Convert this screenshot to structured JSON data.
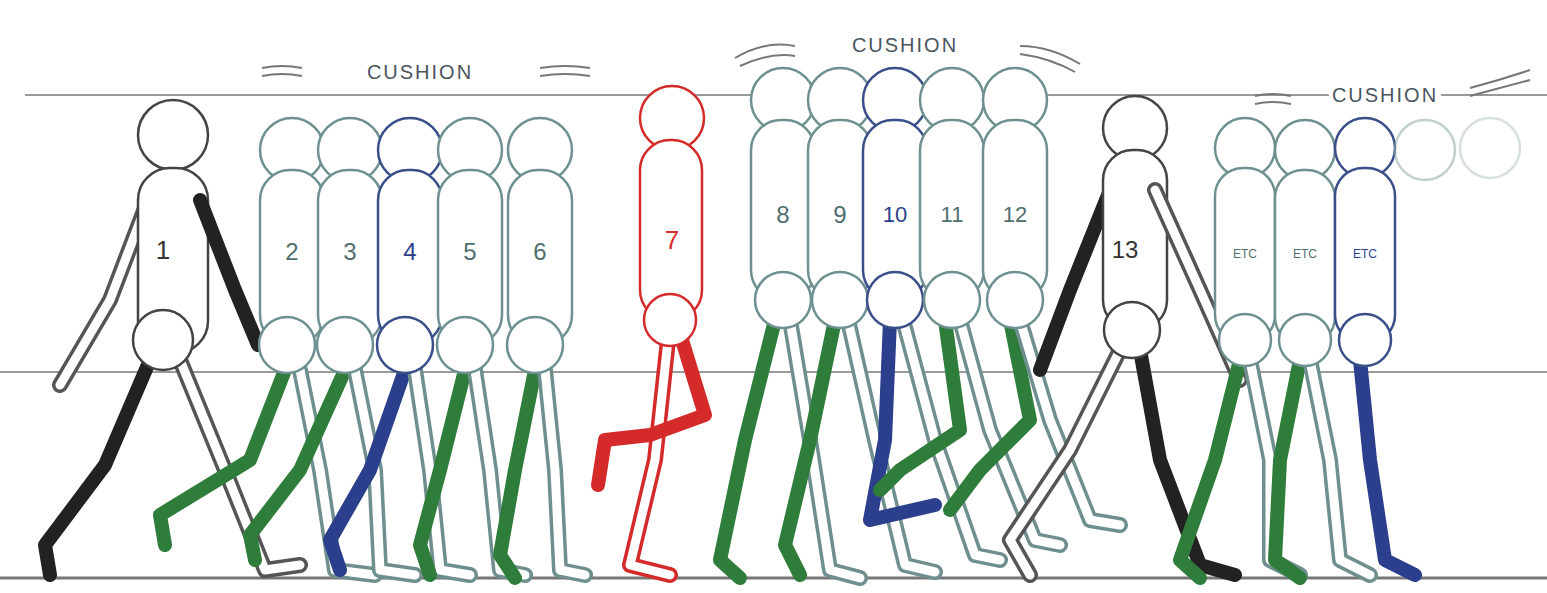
{
  "diagram": {
    "labels": [
      "CUSHION",
      "CUSHION",
      "CUSHION",
      "1",
      "2",
      "3",
      "4",
      "5",
      "6",
      "7",
      "8",
      "9",
      "10",
      "11",
      "12",
      "13",
      "ETC",
      "ETC",
      "ETC"
    ]
  }
}
